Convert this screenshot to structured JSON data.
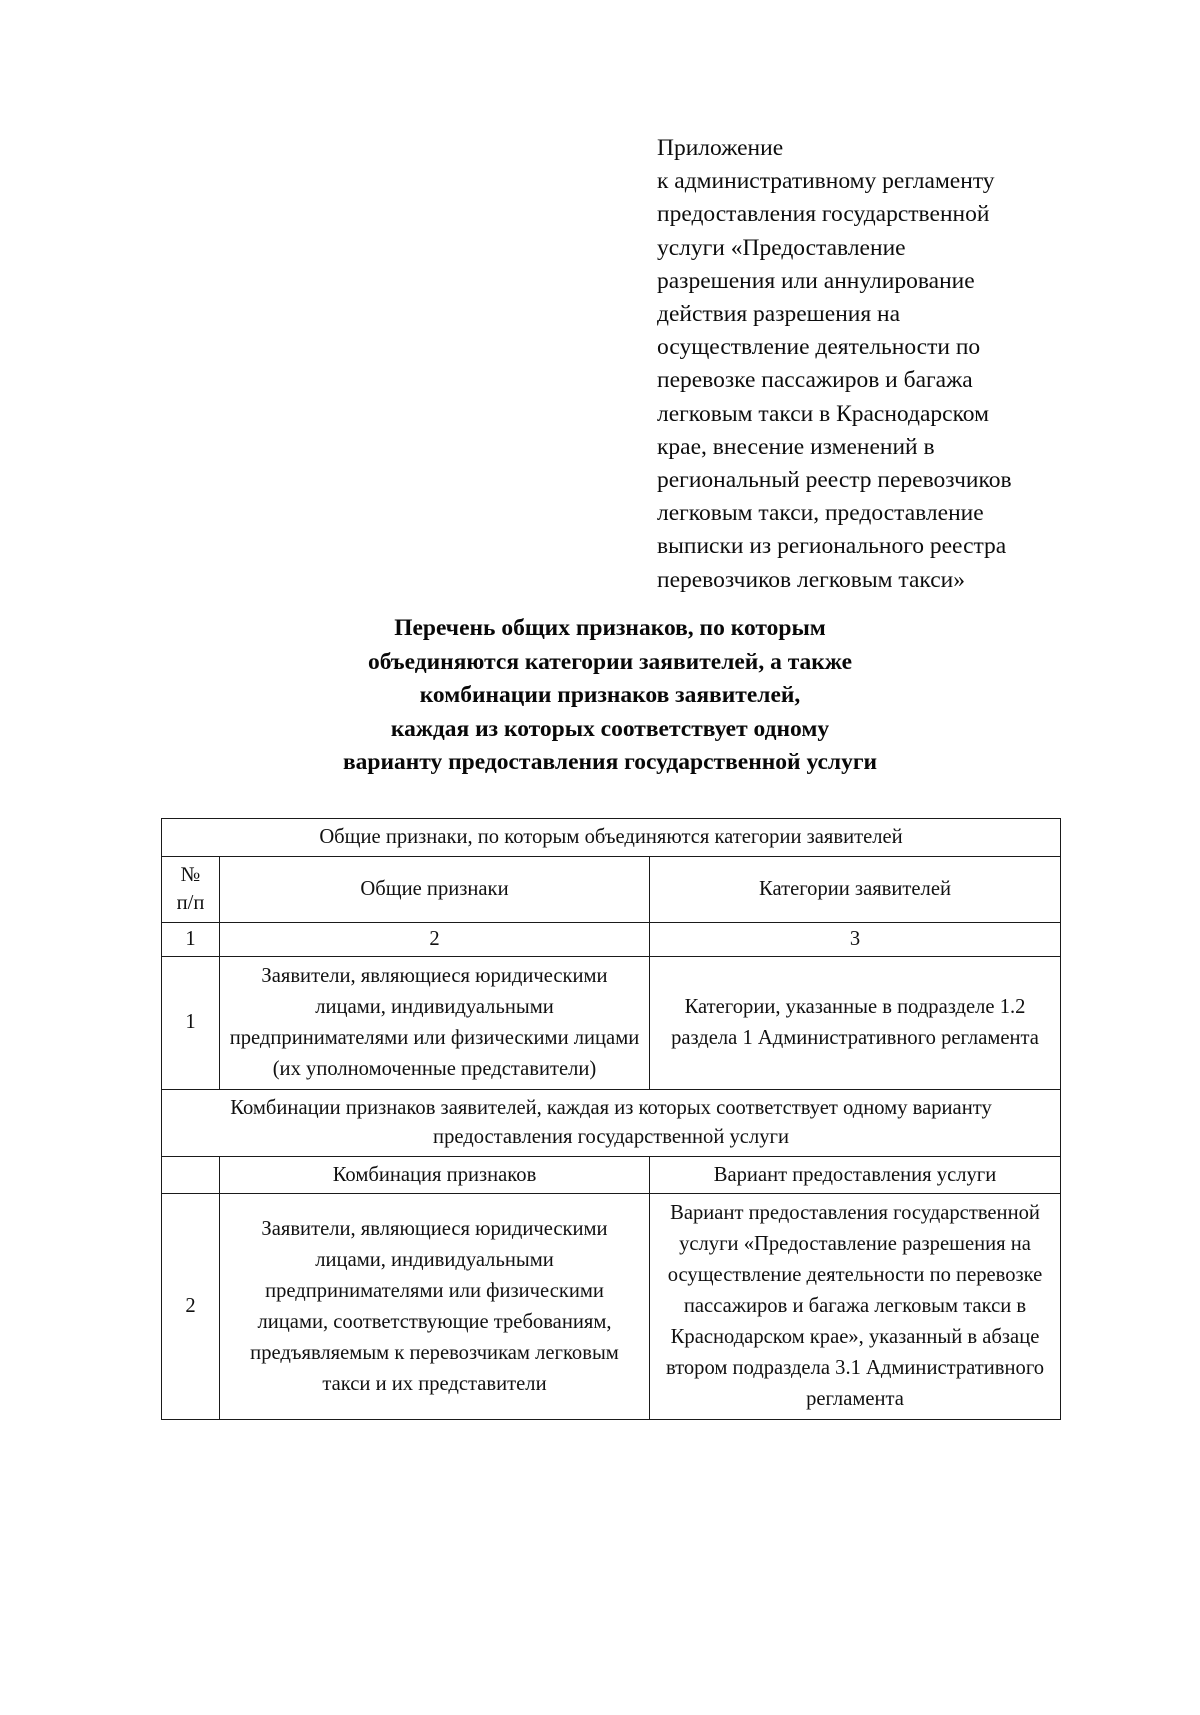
{
  "appendix": {
    "lines": [
      "Приложение",
      "к административному регламенту",
      "предоставления государственной",
      "услуги «Предоставление",
      "разрешения или аннулирование",
      "действия разрешения на",
      "осуществление деятельности по",
      "перевозке пассажиров и багажа",
      "легковым такси в Краснодарском",
      "крае, внесение изменений в",
      "региональный реестр перевозчиков",
      "легковым такси, предоставление",
      "выписки из регионального реестра",
      "перевозчиков легковым такси»"
    ]
  },
  "title": {
    "lines": [
      "Перечень общих признаков, по которым",
      "объединяются категории заявителей, а также",
      "комбинации признаков заявителей,",
      "каждая из которых соответствует одному",
      "варианту предоставления государственной услуги"
    ]
  },
  "table": {
    "band_common": "Общие признаки, по которым объединяются категории заявителей",
    "headers": {
      "num": "№\nп/п",
      "common_features": "Общие признаки",
      "applicant_categories": "Категории заявителей"
    },
    "column_numbers": [
      "1",
      "2",
      "3"
    ],
    "row_common": {
      "num": "1",
      "features": "Заявители, являющиеся юридическими лицами, индивидуальными предпринимателями или физическими лицами (их уполномоченные представители)",
      "categories": "Категории, указанные в подразделе 1.2 раздела 1 Административного регламента"
    },
    "band_combinations": "Комбинации признаков заявителей, каждая из которых соответствует одному варианту предоставления государственной услуги",
    "headers2": {
      "combination": "Комбинация признаков",
      "variant": "Вариант предоставления услуги"
    },
    "row_combination": {
      "num": "2",
      "combination": "Заявители, являющиеся юридическими лицами, индивидуальными предпринимателями или физическими лицами, соответствующие требованиям, предъявляемым к перевозчикам легковым такси и их представители",
      "variant": "Вариант предоставления государственной услуги «Предоставление разрешения на осуществление деятельности по перевозке пассажиров и багажа легковым такси в Краснодарском крае», указанный в абзаце втором подраздела 3.1 Административного регламента"
    }
  }
}
